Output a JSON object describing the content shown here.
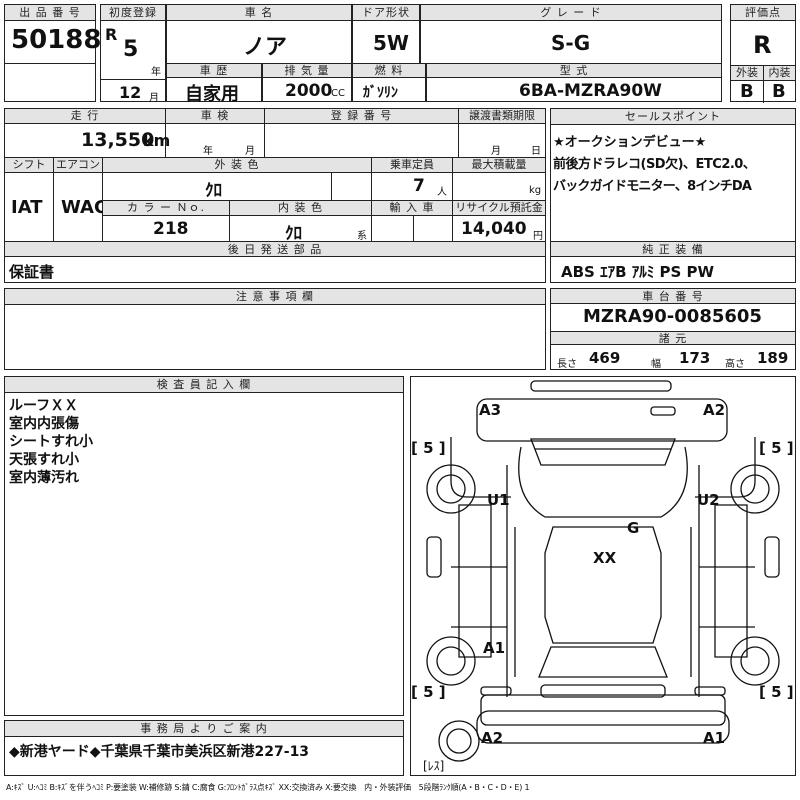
{
  "lot": {
    "header": "出 品 番 号",
    "value": "50188"
  },
  "first_reg": {
    "header": "初度登録",
    "era": "R",
    "year": "5",
    "year_unit": "年",
    "month": "12",
    "month_unit": "月"
  },
  "car_name": {
    "header": "車 名",
    "value": "ノア"
  },
  "door": {
    "header": "ドア形状",
    "value": "5W"
  },
  "grade": {
    "header": "グ レ ー ド",
    "value": "S-G"
  },
  "rating": {
    "header": "評価点",
    "value": "R",
    "ext_header": "外装",
    "int_header": "内装",
    "ext_value": "B",
    "int_value": "B"
  },
  "history": {
    "header": "車 歴",
    "value": "自家用"
  },
  "displacement": {
    "header": "排 気 量",
    "value": "2000",
    "unit": "CC"
  },
  "fuel": {
    "header": "燃 料",
    "value": "ｶﾞｿﾘﾝ"
  },
  "model": {
    "header": "型 式",
    "value": "6BA-MZRA90W"
  },
  "mileage": {
    "header": "走 行",
    "value": "13,550",
    "unit": "km"
  },
  "inspection": {
    "header": "車 検",
    "year_unit": "年",
    "month_unit": "月"
  },
  "registration": {
    "header": "登 録 番 号"
  },
  "transfer": {
    "header": "譲渡書類期限",
    "month_unit": "月",
    "day_unit": "日"
  },
  "shift": {
    "header": "シフト",
    "value": "IAT"
  },
  "aircon": {
    "header": "エアコン",
    "value": "WAC"
  },
  "exterior_color": {
    "header": "外 装 色",
    "value": "ｸﾛ"
  },
  "capacity": {
    "header": "乗車定員",
    "value": "7",
    "unit": "人"
  },
  "max_load": {
    "header": "最大積載量",
    "unit": "kg"
  },
  "color_no": {
    "header": "カ ラ ー Ｎｏ.",
    "value": "218"
  },
  "interior_color": {
    "header": "内 装 色",
    "value": "ｸﾛ",
    "unit": "系"
  },
  "import": {
    "header": "輸 入 車"
  },
  "recycle": {
    "header": "リサイクル預託金",
    "value": "14,040",
    "unit": "円"
  },
  "later_parts": {
    "header": "後 日 発 送 部 品",
    "value": "保証書"
  },
  "sales_points": {
    "header": "セールスポイント",
    "lines": [
      "★オークションデビュー★",
      "前後方ドラレコ(SD欠)、ETC2.0、",
      "バックガイドモニター、8インチDA"
    ]
  },
  "equipment": {
    "header": "純 正 装 備",
    "value": "ABS ｴｱB ｱﾙﾐ PS PW"
  },
  "notes": {
    "header": "注 意 事 項 欄"
  },
  "chassis": {
    "header": "車 台 番 号",
    "value": "MZRA90-0085605"
  },
  "dimensions": {
    "header": "諸 元",
    "length_label": "長さ",
    "length": "469",
    "width_label": "幅",
    "width": "173",
    "height_label": "高さ",
    "height": "189"
  },
  "inspector": {
    "header": "検 査 員 記 入 欄",
    "lines": [
      "ルーフＸＸ",
      "室内内張傷",
      "シートすれ小",
      "天張すれ小",
      "室内薄汚れ"
    ]
  },
  "office": {
    "header": "事 務 局 よ り ご 案 内",
    "value": "◆新港ヤード◆千葉県千葉市美浜区新港227-13"
  },
  "diagram": {
    "marks": {
      "a3": "A3",
      "a2_top": "A2",
      "u1": "U1",
      "u2": "U2",
      "g": "G",
      "xx": "XX",
      "a1_left": "A1",
      "a2_bottom": "A2",
      "a1_bottom": "A1"
    },
    "tires": {
      "fl": "[ 5 ]",
      "fr": "[ 5 ]",
      "rl": "[ 5 ]",
      "rr": "[ 5 ]"
    },
    "spare": "[ﾚｽ]"
  },
  "legend": "A:ｷｽﾞ U:ﾍｺﾐ B:ｷｽﾞを伴うﾍｺﾐ P:要塗装 W:補修跡 S:錆 C:腐食 G:ﾌﾛﾝﾄｶﾞﾗｽ点ｷｽﾞ XX:交換済み X:要交換　内・外装評価　5段階ﾗﾝｸ順(A・B・C・D・E) 1"
}
